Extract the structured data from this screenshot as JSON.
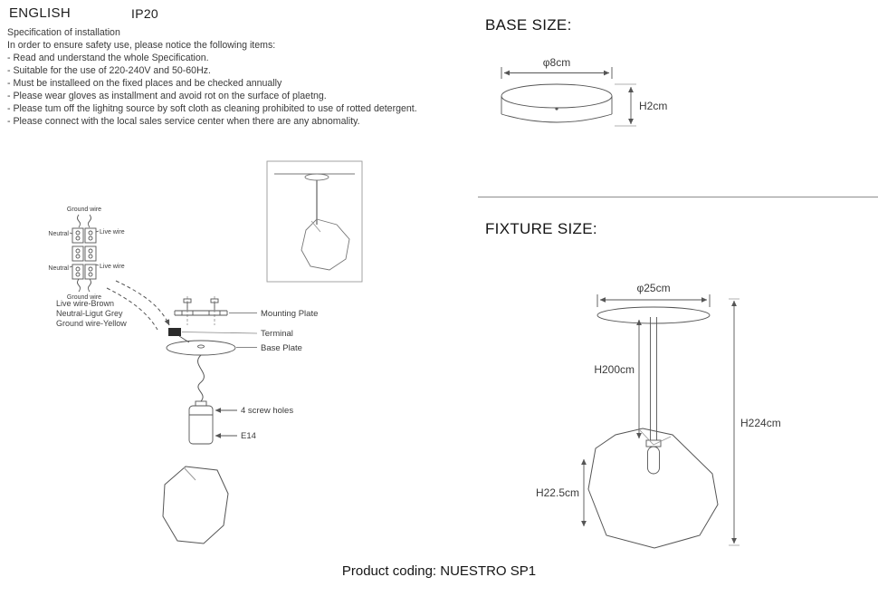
{
  "header": {
    "language": "ENGLISH",
    "rating": "IP20"
  },
  "spec": {
    "title": "Specification of installation",
    "intro": "In order to ensure safety use, please notice the following items:",
    "items": [
      "- Read and understand the whole Specification.",
      "- Suitable for the use of 220-240V and 50-60Hz.",
      "- Must be installeed on the fixed places and be checked annually",
      "- Please wear gloves as installment and avoid rot on the surface of plaetng.",
      "- Please tum off the lighitng source by soft cloth as cleaning prohibited to use of rotted detergent.",
      "- Please connect with the local sales service center when there are any abnomality."
    ]
  },
  "wiring": {
    "top_label": "Ground wire",
    "row1_left": "Neutral",
    "row1_right": "Live wire",
    "row2_left": "Neutral",
    "row2_right": "Live wire",
    "bottom_label": "Ground wire",
    "legend": {
      "live": "Live wire-Brown",
      "neutral": "Neutral-Ligut Grey",
      "ground": "Ground wire-Yellow"
    }
  },
  "installation": {
    "labels": {
      "mounting_plate": "Mounting Plate",
      "terminal": "Terminal",
      "base_plate": "Base Plate",
      "screw_holes": "4 screw holes",
      "socket": "E14"
    }
  },
  "base_size": {
    "title": "BASE SIZE:",
    "diameter": "φ8cm",
    "height": "H2cm"
  },
  "fixture_size": {
    "title": "FIXTURE SIZE:",
    "diameter": "φ25cm",
    "rod_height": "H200cm",
    "total_height": "H224cm",
    "shade_height": "H22.5cm"
  },
  "footer": {
    "product_coding": "Product coding: NUESTRO SP1"
  },
  "colors": {
    "ink": "#3a3a3a",
    "line": "#555555",
    "light_line": "#999999"
  }
}
